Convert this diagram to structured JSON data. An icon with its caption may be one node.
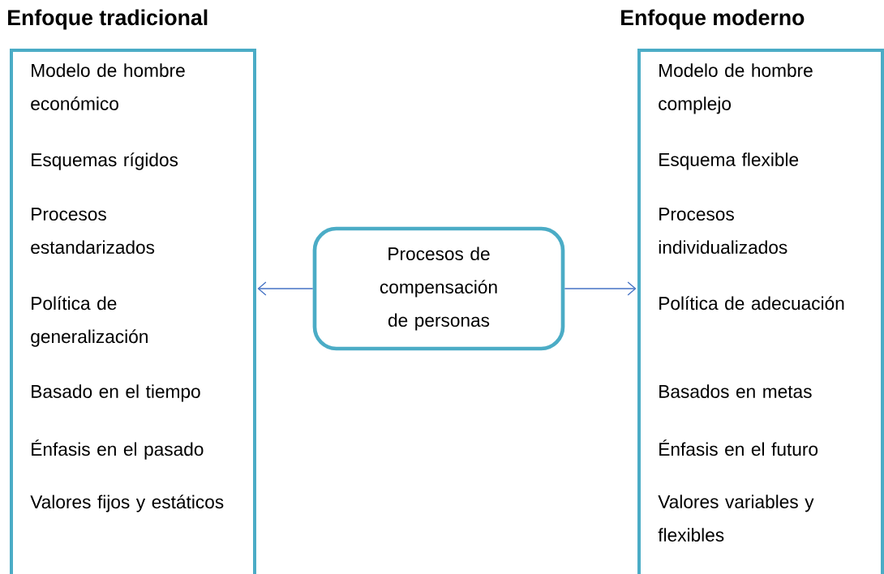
{
  "diagram": {
    "nodes": [
      {
        "text": [
          "Enfoque tradicional",
          "Modelo de hombre económico",
          "Esquemas rígidos",
          "Procesos estandarizados",
          "Política de generalización",
          "Basado en el tiempo",
          "Énfasis en el pasado",
          "Valores fijos y estáticos"
        ]
      },
      {
        "text": [
          "Enfoque moderno",
          "Modelo de hombre complejo",
          "Esquema flexible",
          "Procesos individualizados",
          "Política de adecuación",
          "Basados en metas",
          "Énfasis en el futuro",
          "Valores variables y flexibles"
        ]
      },
      {
        "text": [
          "Procesos de compensación de personas"
        ]
      }
    ],
    "edges": [
      {
        "from": 2,
        "to": 0,
        "arrow": "to"
      },
      {
        "from": 2,
        "to": 1,
        "arrow": "to"
      }
    ]
  }
}
